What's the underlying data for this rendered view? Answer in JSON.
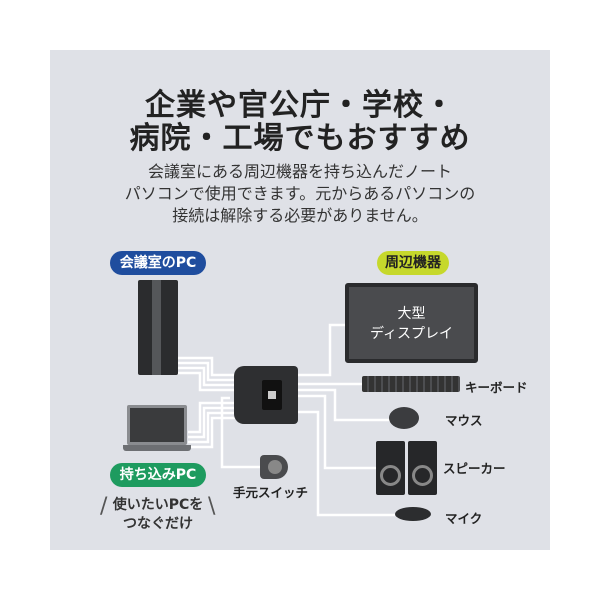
{
  "headline": {
    "line1": "企業や官公庁・学校・",
    "line2": "病院・工場でもおすすめ"
  },
  "description": {
    "line1": "会議室にある周辺機器を持ち込んだノート",
    "line2": "パソコンで使用できます。元からあるパソコンの",
    "line3": "接続は解除する必要がありません。"
  },
  "badges": {
    "meeting_pc": "会議室のPC",
    "peripherals": "周辺機器",
    "bring_pc": "持ち込みPC"
  },
  "bring_note": {
    "line1": "使いたいPCを",
    "line2": "つなぐだけ"
  },
  "devices": {
    "display_line1": "大型",
    "display_line2": "ディスプレイ",
    "keyboard": "キーボード",
    "mouse": "マウス",
    "speaker": "スピーカー",
    "mic": "マイク",
    "hand_switch": "手元スイッチ"
  },
  "colors": {
    "blue": "#1f4d9e",
    "lime": "#c6d82c",
    "green": "#1e9b5f",
    "panel": "#dfe1e7"
  }
}
